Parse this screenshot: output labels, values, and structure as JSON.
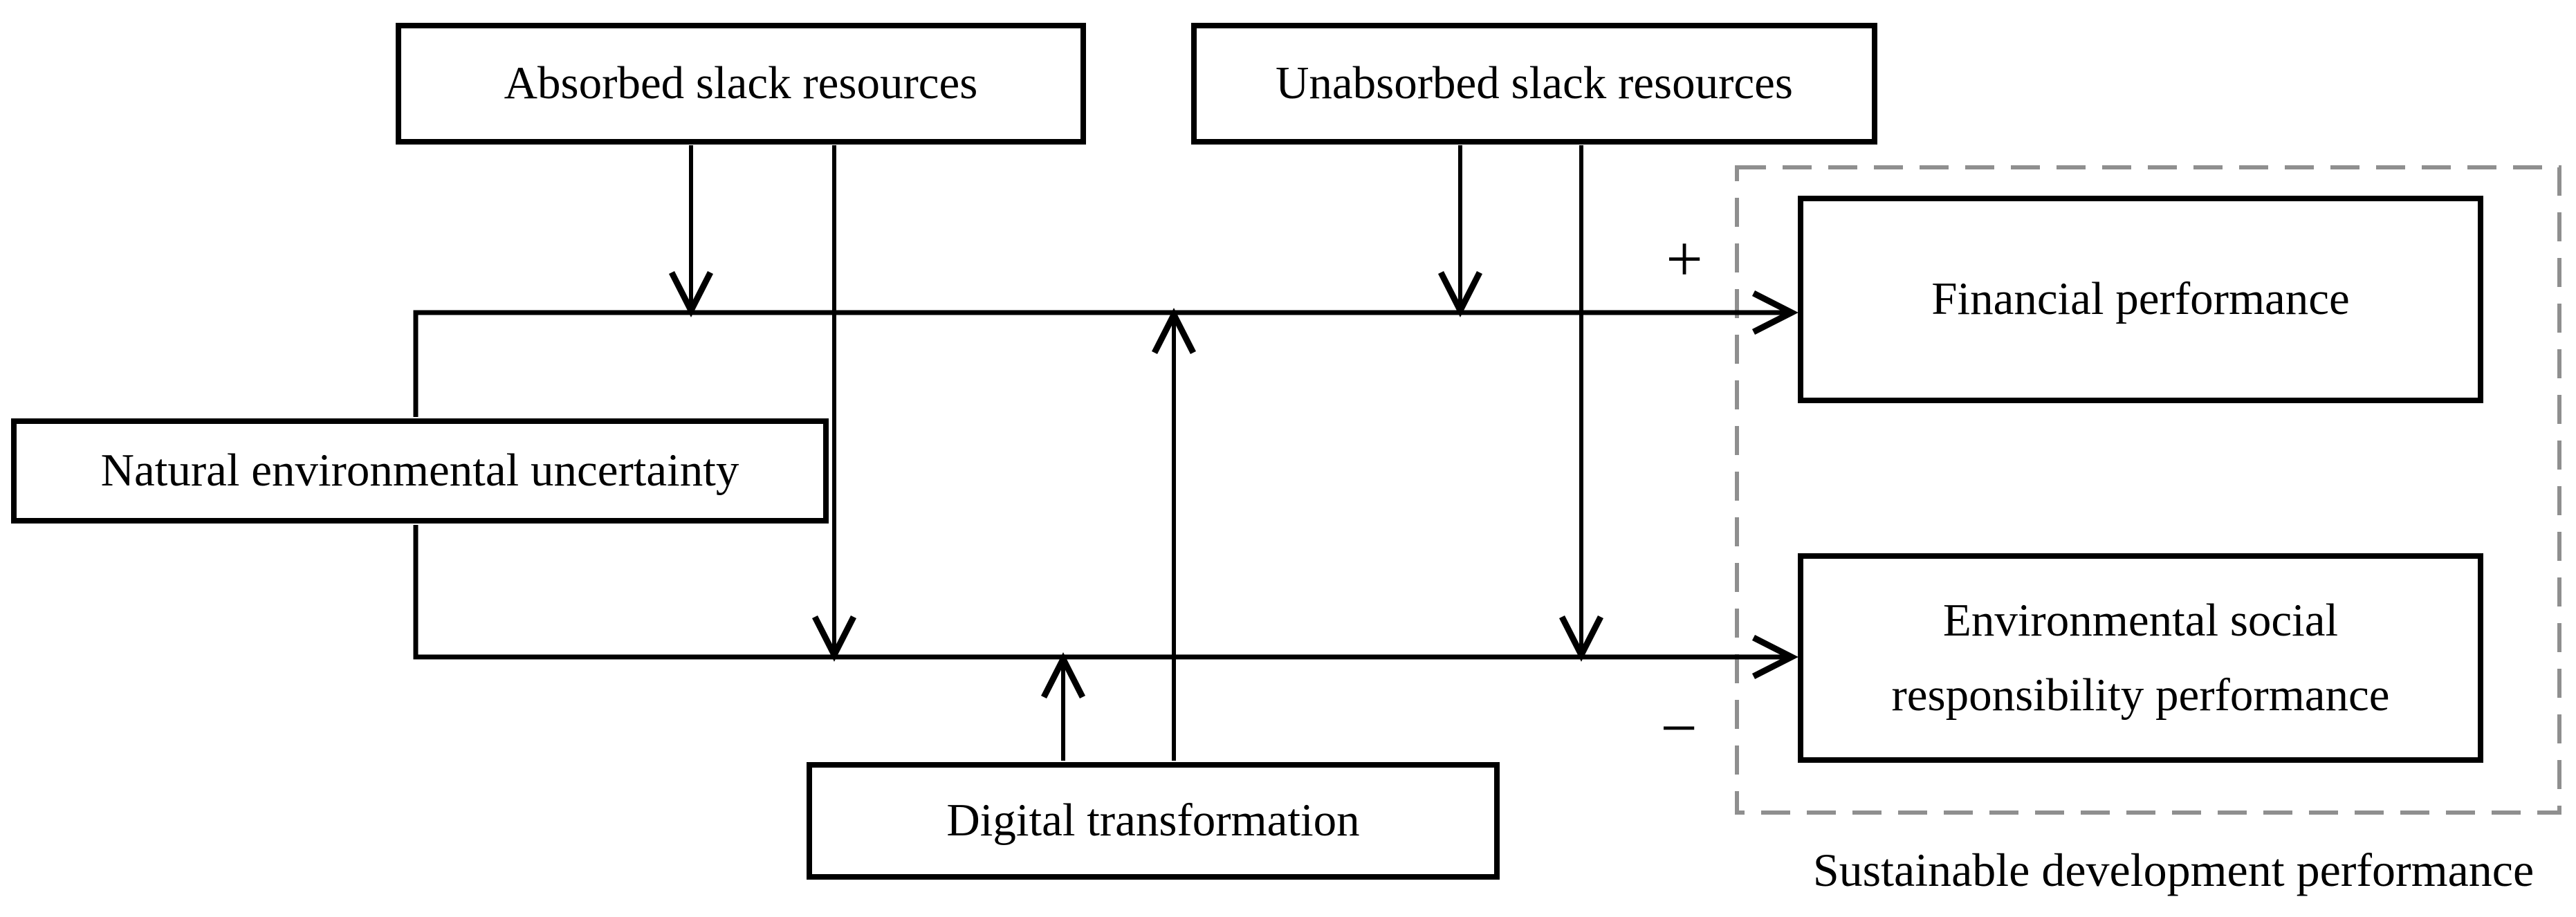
{
  "diagram": {
    "nodes": {
      "absorbed": {
        "label": "Absorbed slack resources"
      },
      "unabsorbed": {
        "label": "Unabsorbed slack resources"
      },
      "natural": {
        "label": "Natural environmental uncertainty"
      },
      "digital": {
        "label": "Digital transformation"
      },
      "financial": {
        "label": "Financial performance"
      },
      "esr": {
        "label": "Environmental social responsibility performance"
      }
    },
    "group": {
      "label": "Sustainable development performance",
      "contains": [
        "financial",
        "esr"
      ]
    },
    "annotations": {
      "plus_sign": "+",
      "minus_sign": "−"
    },
    "edges": [
      {
        "from": "natural",
        "to": "financial",
        "sign": "+",
        "type": "direct"
      },
      {
        "from": "natural",
        "to": "esr",
        "sign": "−",
        "type": "direct"
      },
      {
        "from": "absorbed",
        "to": "natural→financial",
        "type": "moderation"
      },
      {
        "from": "absorbed",
        "to": "natural→esr",
        "type": "moderation"
      },
      {
        "from": "unabsorbed",
        "to": "natural→financial",
        "type": "moderation"
      },
      {
        "from": "unabsorbed",
        "to": "natural→esr",
        "type": "moderation"
      },
      {
        "from": "digital",
        "to": "natural→financial",
        "type": "moderation"
      },
      {
        "from": "digital",
        "to": "natural→esr",
        "type": "moderation"
      }
    ],
    "colors": {
      "line": "#000000",
      "dashed_border": "#8f8f8f",
      "background": "#ffffff",
      "text": "#000000"
    }
  }
}
